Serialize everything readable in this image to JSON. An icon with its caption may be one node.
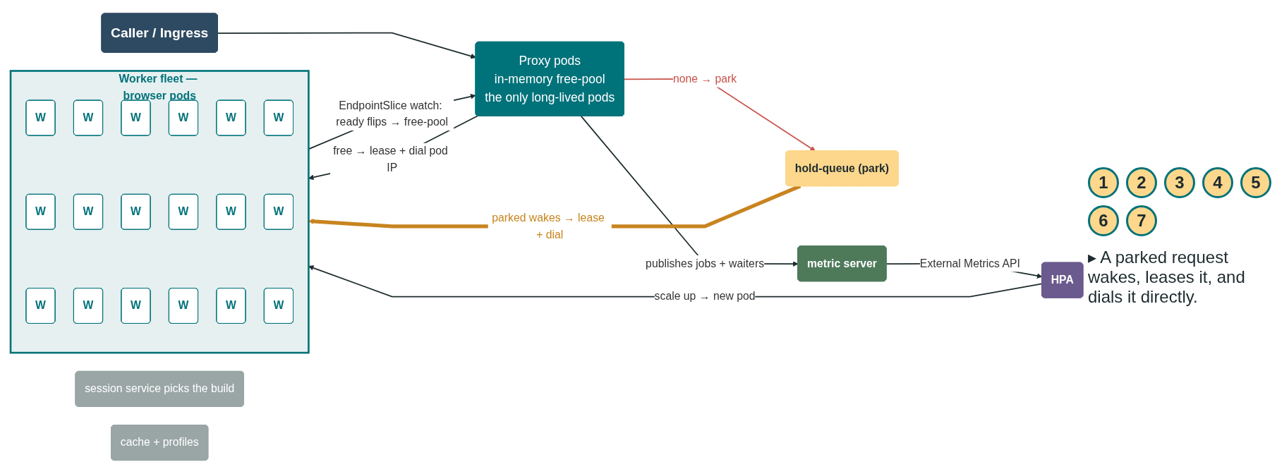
{
  "diagram": {
    "nodes": [
      {
        "text": [
          "Caller / Ingress"
        ]
      },
      {
        "text": [
          "Proxy pods",
          "in-memory free-pool",
          "the only long-lived pods"
        ]
      },
      {
        "text": [
          "hold-queue (park)"
        ]
      },
      {
        "text": [
          "metric server"
        ]
      },
      {
        "text": [
          "HPA"
        ]
      },
      {
        "text": [
          "Worker fleet — browser pods"
        ]
      },
      {
        "text": [
          "W"
        ],
        "in": 5
      },
      {
        "text": [
          "W"
        ],
        "in": 5
      },
      {
        "text": [
          "W"
        ],
        "in": 5
      },
      {
        "text": [
          "W"
        ],
        "in": 5
      },
      {
        "text": [
          "W"
        ],
        "in": 5
      },
      {
        "text": [
          "W"
        ],
        "in": 5
      },
      {
        "text": [
          "W"
        ],
        "in": 5
      },
      {
        "text": [
          "W"
        ],
        "in": 5
      },
      {
        "text": [
          "W"
        ],
        "in": 5
      },
      {
        "text": [
          "W"
        ],
        "in": 5
      },
      {
        "text": [
          "W"
        ],
        "in": 5
      },
      {
        "text": [
          "W"
        ],
        "in": 5
      },
      {
        "text": [
          "W"
        ],
        "in": 5
      },
      {
        "text": [
          "W"
        ],
        "in": 5
      },
      {
        "text": [
          "W"
        ],
        "in": 5
      },
      {
        "text": [
          "W"
        ],
        "in": 5
      },
      {
        "text": [
          "W"
        ],
        "in": 5
      },
      {
        "text": [
          "W"
        ],
        "in": 5
      },
      {
        "text": [
          "session service picks the build"
        ]
      },
      {
        "text": [
          "cache + profiles"
        ]
      }
    ],
    "edges": [
      {
        "from": 0,
        "to": 1,
        "arrow": "to"
      },
      {
        "from": 5,
        "to": 1,
        "arrow": "to",
        "label": "EndpointSlice watch: ready flips → free-pool"
      },
      {
        "from": 1,
        "to": 5,
        "arrow": "to",
        "label": "free → lease + dial pod IP"
      },
      {
        "from": 1,
        "to": 2,
        "arrow": "to",
        "label": "none → park",
        "color": "#c9524a"
      },
      {
        "from": 2,
        "to": 5,
        "arrow": "to",
        "label": "parked wakes → lease + dial",
        "style": "thick",
        "color": "#c8841f"
      },
      {
        "from": 1,
        "to": 3,
        "arrow": "to",
        "label": "publishes jobs + waiters"
      },
      {
        "from": 3,
        "to": 4,
        "arrow": "to",
        "label": "External Metrics API"
      },
      {
        "from": 4,
        "to": 5,
        "arrow": "to",
        "label": "scale up → new pod"
      }
    ],
    "labels": [
      "1",
      "2",
      "3",
      "4",
      "5",
      "6",
      "7",
      "▸ A parked request wakes, leases it, and dials it directly."
    ]
  }
}
